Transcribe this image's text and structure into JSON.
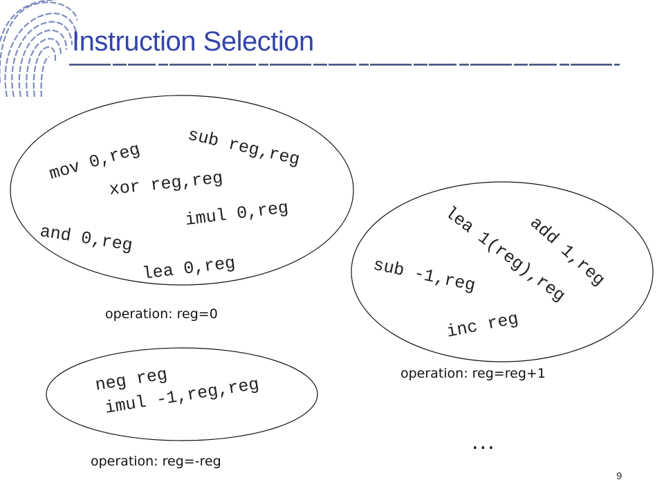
{
  "slide": {
    "title": "Instruction Selection",
    "page_number": "9",
    "more": "..."
  },
  "groups": [
    {
      "caption": "operation: reg=0",
      "instructions": [
        "mov 0,reg",
        "sub reg,reg",
        "xor reg,reg",
        "imul 0,reg",
        "and 0,reg",
        "lea 0,reg"
      ]
    },
    {
      "caption": "operation: reg=reg+1",
      "instructions": [
        "lea 1(reg),reg",
        "add 1,reg",
        "sub -1,reg",
        "inc reg"
      ]
    },
    {
      "caption": "operation: reg=-reg",
      "instructions": [
        "neg reg",
        "imul -1,reg,reg"
      ]
    }
  ],
  "colors": {
    "title": "#3344aa",
    "rule": "#3a4a7a",
    "ellipse_stroke": "#111111"
  },
  "icons": [
    "fingerprint-icon"
  ]
}
